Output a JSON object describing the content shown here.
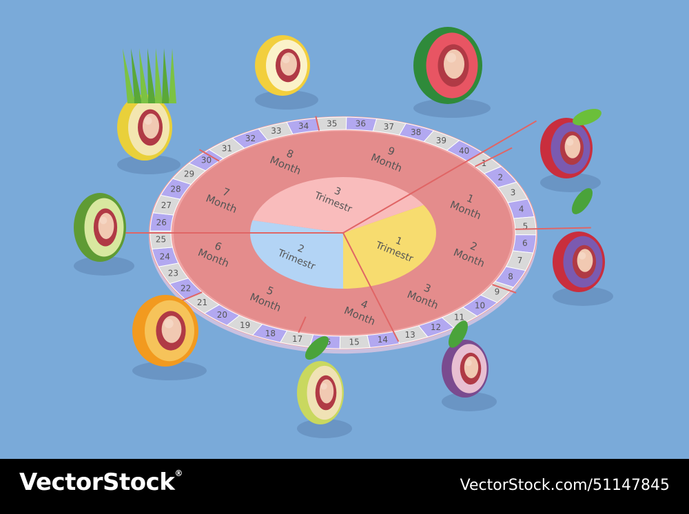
{
  "weeks": [
    "1",
    "2",
    "3",
    "4",
    "5",
    "6",
    "7",
    "8",
    "9",
    "10",
    "11",
    "12",
    "13",
    "14",
    "15",
    "16",
    "17",
    "18",
    "19",
    "20",
    "21",
    "22",
    "23",
    "24",
    "25",
    "26",
    "27",
    "28",
    "29",
    "30",
    "31",
    "32",
    "33",
    "34",
    "35",
    "36",
    "37",
    "38",
    "39",
    "40"
  ],
  "months": [
    {
      "num": "1",
      "word": "Month"
    },
    {
      "num": "2",
      "word": "Month"
    },
    {
      "num": "3",
      "word": "Month"
    },
    {
      "num": "4",
      "word": "Month"
    },
    {
      "num": "5",
      "word": "Month"
    },
    {
      "num": "6",
      "word": "Month"
    },
    {
      "num": "7",
      "word": "Month"
    },
    {
      "num": "8",
      "word": "Month"
    },
    {
      "num": "9",
      "word": "Month"
    }
  ],
  "trimesters": [
    {
      "num": "1",
      "word": "Trimestr"
    },
    {
      "num": "2",
      "word": "Trimestr"
    },
    {
      "num": "3",
      "word": "Trimestr"
    }
  ],
  "fruits": [
    "cherry",
    "cherry",
    "plum",
    "pear",
    "orange",
    "avocado",
    "pineapple",
    "lemon",
    "watermelon"
  ],
  "colors": {
    "background": "#7aaad9",
    "ring_outer": "#f0a5a5",
    "month_ring": "#e48c8c",
    "trimester_1": "#f7dc6f",
    "trimester_2": "#b3d4f5",
    "trimester_3": "#f9bcbc",
    "week_odd": "#d9d9d9",
    "week_even": "#b2a8f0",
    "divider": "#e06565",
    "label": "#555555"
  },
  "footer": {
    "brand": "VectorStock",
    "brand_mark": "®",
    "stock_id": "VectorStock.com/51147845"
  }
}
